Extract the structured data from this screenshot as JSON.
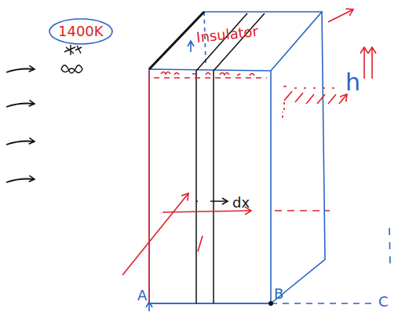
{
  "diagram": {
    "nodes": [
      {
        "text": [
          "1400K"
        ]
      }
    ],
    "labels": [
      "Insulator",
      "h",
      "dx",
      "A",
      "B",
      "C"
    ]
  }
}
